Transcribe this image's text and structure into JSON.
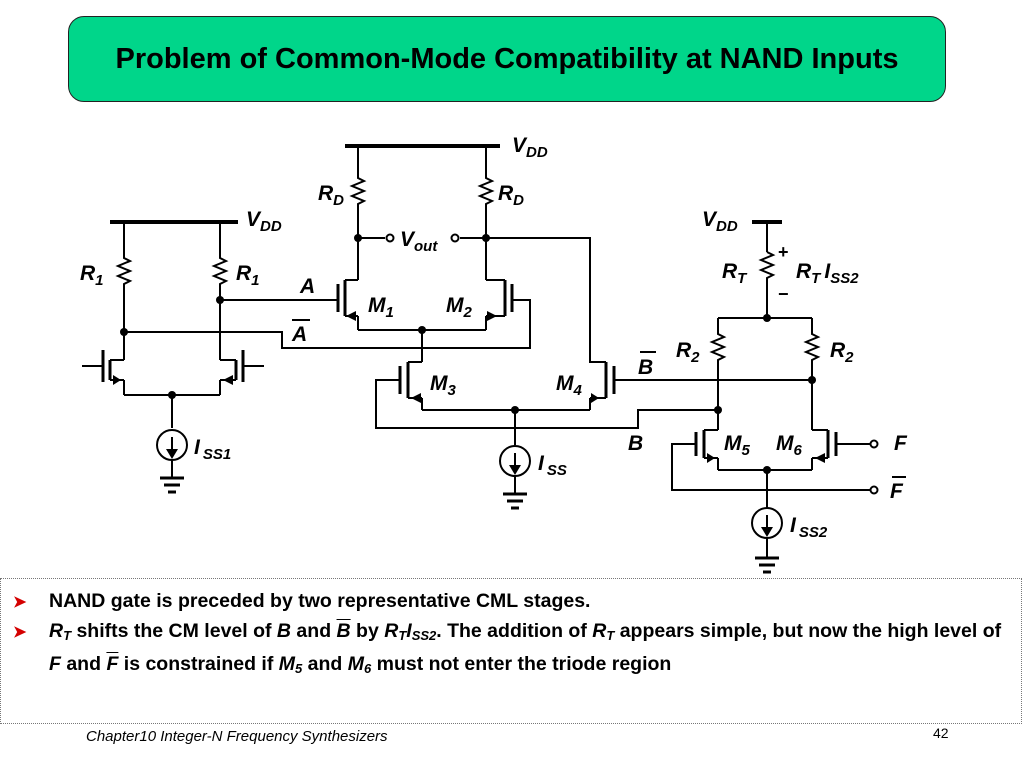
{
  "title": "Problem of Common-Mode Compatibility at NAND Inputs",
  "labels": {
    "vdd": "V",
    "vdd_sub": "DD",
    "rd": "R",
    "rd_sub": "D",
    "r1": "R",
    "r1_sub": "1",
    "r2": "R",
    "r2_sub": "2",
    "rt": "R",
    "rt_sub": "T",
    "rt_iss2_r": "R",
    "rt_iss2_t": "T",
    "rt_iss2_i": "I",
    "rt_iss2_sub": "SS2",
    "vout": "V",
    "vout_sub": "out",
    "a": "A",
    "a_bar": "A",
    "b": "B",
    "b_bar": "B",
    "f": "F",
    "f_bar": "F",
    "m": "M",
    "m1": "1",
    "m2": "2",
    "m3": "3",
    "m4": "4",
    "m5": "5",
    "m6": "6",
    "i": "I",
    "iss1_sub": "SS1",
    "iss_sub": "SS",
    "iss2_sub": "SS2",
    "plus": "+",
    "minus": "−"
  },
  "bullets": {
    "b1": "NAND gate is preceded by two representative CML stages.",
    "b2": {
      "r": "R",
      "t": "T",
      "p1": " shifts the CM level of ",
      "b": "B",
      "p2": " and ",
      "bbar": "B",
      "p3": " by ",
      "r2": "R",
      "t2": "T",
      "i": "I",
      "ss2": "SS2",
      "p4": ". The addition of ",
      "r3": "R",
      "t3": "T",
      "p5": " appears simple, but now the high level of ",
      "f": "F",
      "p6": " and ",
      "fbar": "F",
      "p7": " is constrained if ",
      "m": "M",
      "five": "5",
      "p8": " and ",
      "m6": "M",
      "six": "6",
      "p9": " must not enter the triode region"
    }
  },
  "footer": "Chapter10 Integer-N Frequency Synthesizers",
  "page_number": "42",
  "colors": {
    "title_bg": "#00d68a",
    "bullet_arrow": "#d40000"
  },
  "icons": {
    "bullet": "arrowhead-bullet-icon"
  }
}
